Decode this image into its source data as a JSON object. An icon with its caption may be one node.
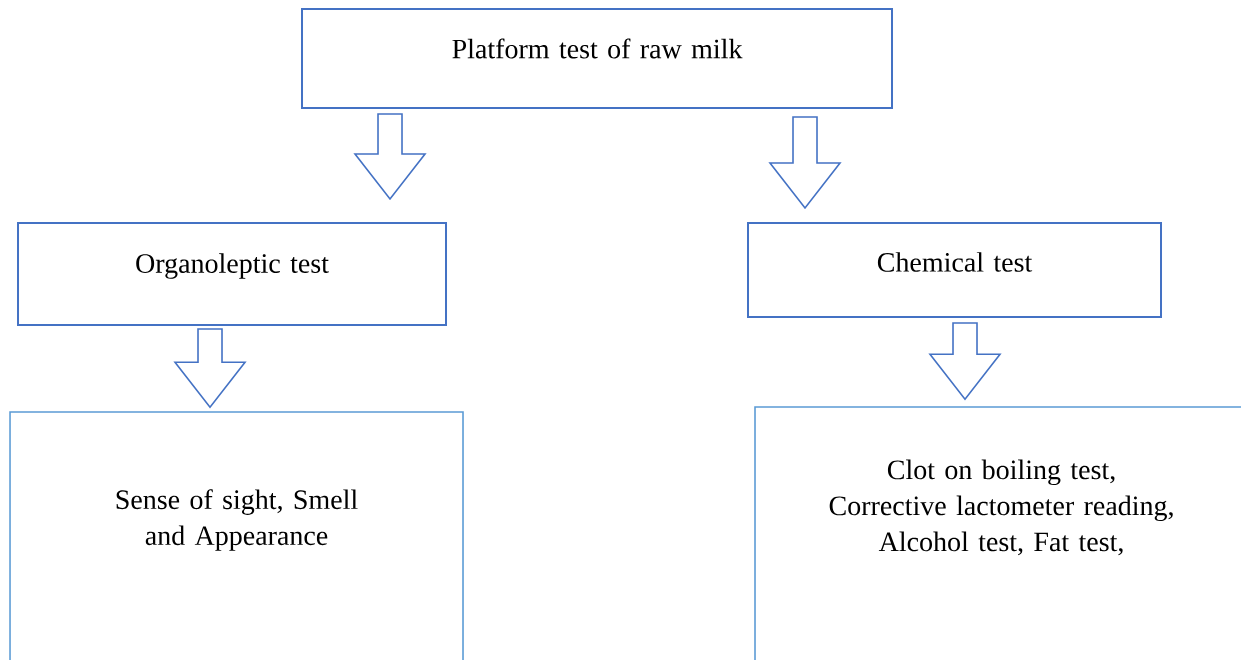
{
  "diagram": {
    "nodes": [
      {
        "text": [
          "Platform test of raw milk"
        ]
      },
      {
        "text": [
          "Organoleptic test"
        ]
      },
      {
        "text": [
          "Chemical test"
        ]
      },
      {
        "text": [
          "Sense of sight, Smell and Appearance"
        ]
      },
      {
        "text": [
          "Clot on boiling test, Corrective lactometer reading, Alcohol test, Fat test,"
        ]
      }
    ],
    "edges": [
      {
        "from": 0,
        "to": 1,
        "arrow": "to"
      },
      {
        "from": 0,
        "to": 2,
        "arrow": "to"
      },
      {
        "from": 1,
        "to": 3,
        "arrow": "to"
      },
      {
        "from": 2,
        "to": 4,
        "arrow": "to"
      }
    ]
  }
}
